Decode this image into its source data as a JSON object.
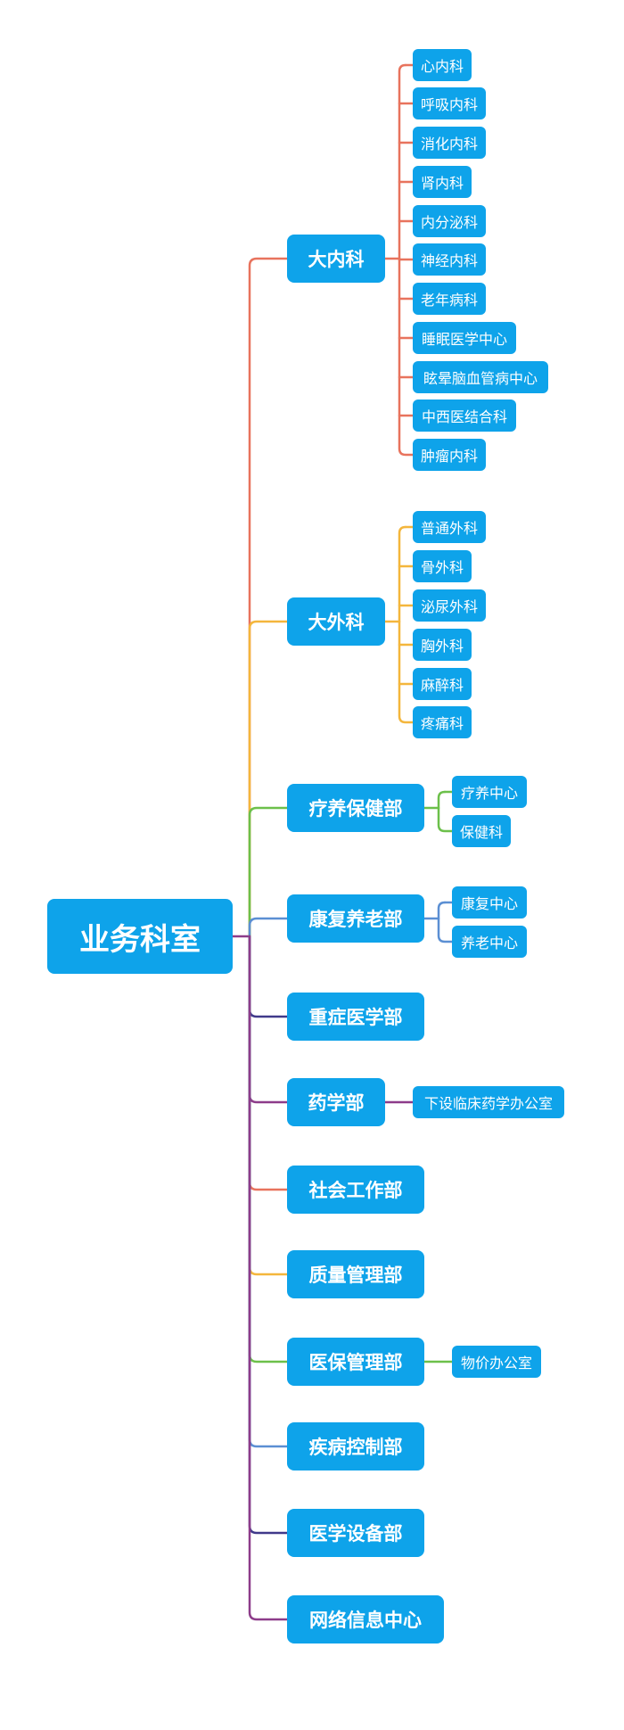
{
  "root": {
    "label": "业务科室"
  },
  "departments": [
    {
      "label": "大内科",
      "color": "#e8735d",
      "children": [
        "心内科",
        "呼吸内科",
        "消化内科",
        "肾内科",
        "内分泌科",
        "神经内科",
        "老年病科",
        "睡眠医学中心",
        "眩晕脑血管病中心",
        "中西医结合科",
        "肿瘤内科"
      ]
    },
    {
      "label": "大外科",
      "color": "#f4b63c",
      "children": [
        "普通外科",
        "骨外科",
        "泌尿外科",
        "胸外科",
        "麻醉科",
        "疼痛科"
      ]
    },
    {
      "label": "疗养保健部",
      "color": "#6cc04a",
      "children": [
        "疗养中心",
        "保健科"
      ]
    },
    {
      "label": "康复养老部",
      "color": "#5b8fd3",
      "children": [
        "康复中心",
        "养老中心"
      ]
    },
    {
      "label": "重症医学部",
      "color": "#40398a",
      "children": []
    },
    {
      "label": "药学部",
      "color": "#8d3c8a",
      "children": [
        "下设临床药学办公室"
      ]
    },
    {
      "label": "社会工作部",
      "color": "#e8735d",
      "children": []
    },
    {
      "label": "质量管理部",
      "color": "#f4b63c",
      "children": []
    },
    {
      "label": "医保管理部",
      "color": "#6cc04a",
      "children": [
        "物价办公室"
      ]
    },
    {
      "label": "疾病控制部",
      "color": "#5b8fd3",
      "children": []
    },
    {
      "label": "医学设备部",
      "color": "#40398a",
      "children": []
    },
    {
      "label": "网络信息中心",
      "color": "#8d3c8a",
      "children": []
    }
  ]
}
